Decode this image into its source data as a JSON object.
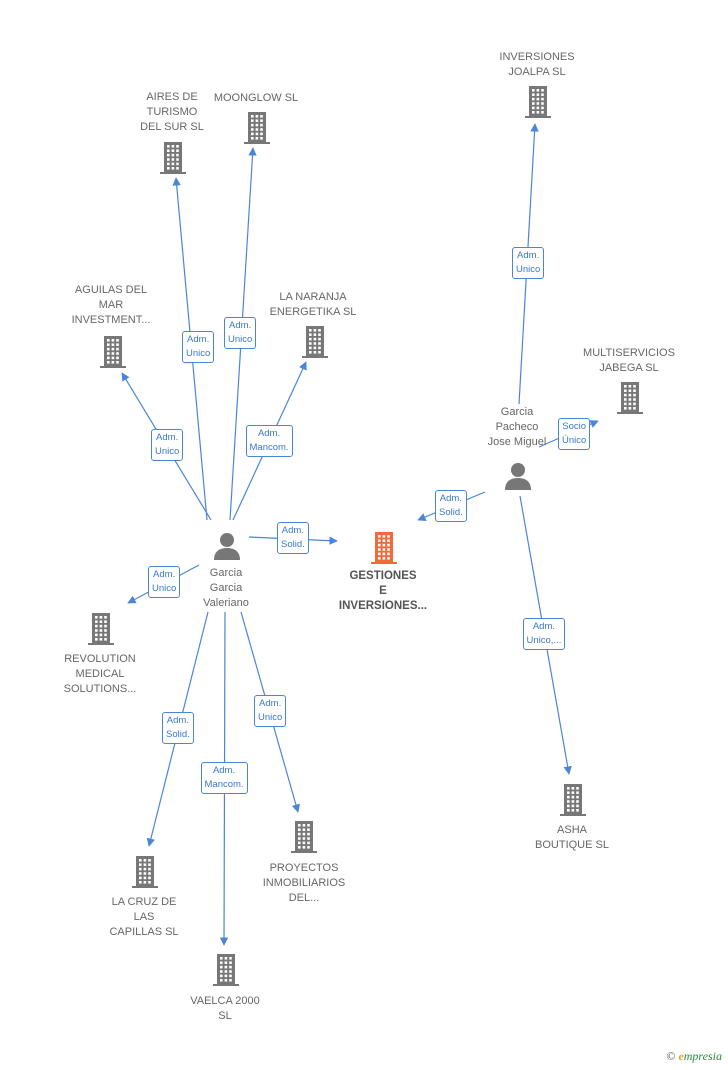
{
  "colors": {
    "edge": "#4a86d6",
    "building": "#777777",
    "building_focus": "#f26a3a",
    "person": "#777777"
  },
  "companies": [
    {
      "id": "aires",
      "label": "AIRES DE\nTURISMO\nDEL SUR  SL",
      "icon": "building-icon"
    },
    {
      "id": "moonglow",
      "label": "MOONGLOW SL",
      "icon": "building-icon"
    },
    {
      "id": "inversiones_joalpa",
      "label": "INVERSIONES\nJOALPA  SL",
      "icon": "building-icon"
    },
    {
      "id": "aguilas",
      "label": "AGUILAS DEL\nMAR\nINVESTMENT...",
      "icon": "building-icon"
    },
    {
      "id": "naranja",
      "label": "LA NARANJA\nENERGETIKA SL",
      "icon": "building-icon"
    },
    {
      "id": "multiservicios",
      "label": "MULTISERVICIOS\nJABEGA  SL",
      "icon": "building-icon"
    },
    {
      "id": "gestiones",
      "label": "GESTIONES\nE\nINVERSIONES...",
      "icon": "building-icon",
      "focus": true
    },
    {
      "id": "revolution",
      "label": "REVOLUTION\nMEDICAL\nSOLUTIONS...",
      "icon": "building-icon"
    },
    {
      "id": "asha",
      "label": "ASHA\nBOUTIQUE  SL",
      "icon": "building-icon"
    },
    {
      "id": "proyectos",
      "label": "PROYECTOS\nINMOBILIARIOS\nDEL...",
      "icon": "building-icon"
    },
    {
      "id": "lacruz",
      "label": "LA CRUZ DE\nLAS\nCAPILLAS SL",
      "icon": "building-icon"
    },
    {
      "id": "vaelca",
      "label": "VAELCA 2000\nSL",
      "icon": "building-icon"
    }
  ],
  "persons": [
    {
      "id": "garcia_garcia",
      "label": "Garcia\nGarcia\nValeriano",
      "icon": "person-icon"
    },
    {
      "id": "garcia_pacheco",
      "label": "Garcia\nPacheco\nJose Miguel",
      "icon": "person-icon"
    }
  ],
  "relations": [
    {
      "from": "garcia_garcia",
      "to": "aires",
      "label": "Adm.\nUnico"
    },
    {
      "from": "garcia_garcia",
      "to": "moonglow",
      "label": "Adm.\nUnico"
    },
    {
      "from": "garcia_garcia",
      "to": "aguilas",
      "label": "Adm.\nUnico"
    },
    {
      "from": "garcia_garcia",
      "to": "naranja",
      "label": "Adm.\nMancom."
    },
    {
      "from": "garcia_garcia",
      "to": "gestiones",
      "label": "Adm.\nSolid."
    },
    {
      "from": "garcia_garcia",
      "to": "revolution",
      "label": "Adm.\nUnico"
    },
    {
      "from": "garcia_garcia",
      "to": "lacruz",
      "label": "Adm.\nSolid."
    },
    {
      "from": "garcia_garcia",
      "to": "vaelca",
      "label": "Adm.\nMancom."
    },
    {
      "from": "garcia_garcia",
      "to": "proyectos",
      "label": "Adm.\nUnico"
    },
    {
      "from": "garcia_pacheco",
      "to": "inversiones_joalpa",
      "label": "Adm.\nUnico"
    },
    {
      "from": "garcia_pacheco",
      "to": "multiservicios",
      "label": "Socio\nÚnico"
    },
    {
      "from": "garcia_pacheco",
      "to": "gestiones",
      "label": "Adm.\nSolid."
    },
    {
      "from": "garcia_pacheco",
      "to": "asha",
      "label": "Adm.\nUnico,..."
    }
  ],
  "footer": {
    "copyright": "©",
    "brand_initial": "e",
    "brand_rest": "mpresia"
  }
}
